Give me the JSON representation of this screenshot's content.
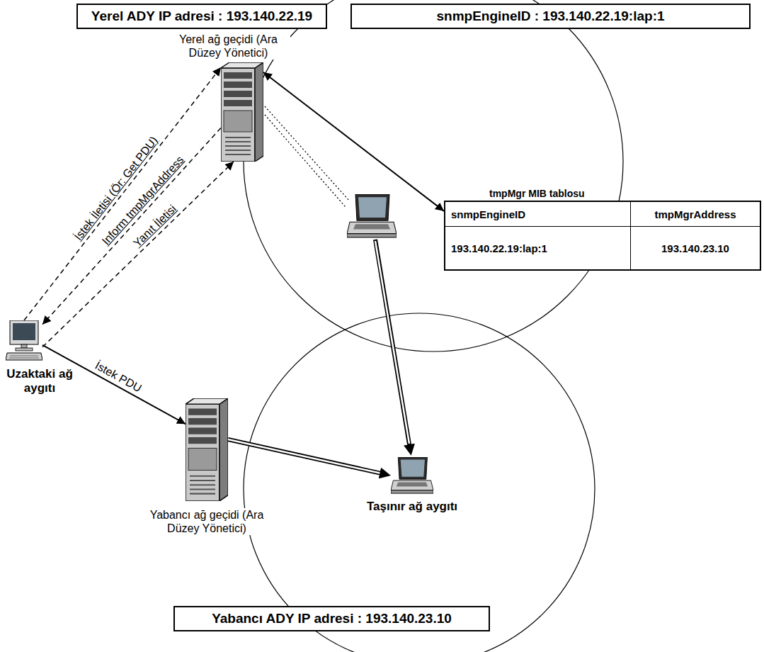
{
  "diagram": {
    "nodes": [
      {
        "text": [
          "Yerel ADY IP adresi : 193.140.22.19"
        ]
      },
      {
        "text": [
          "snmpEngineID : 193.140.22.19:lap:1"
        ]
      },
      {
        "text": [
          "Yerel ağ geçidi (Ara Düzey Yönetici)"
        ]
      },
      {
        "text": [
          "tmpMgr MIB tablosu",
          "snmpEngineID",
          "tmpMgrAddress",
          "193.140.22.19:lap:1",
          "193.140.23.10"
        ]
      },
      {
        "text": [
          "Uzaktaki ağ aygıtı"
        ]
      },
      {
        "text": [
          "Yabancı ağ geçidi (Ara Düzey Yönetici)"
        ]
      },
      {
        "text": [
          "Taşınır ağ aygıtı"
        ]
      },
      {
        "text": [
          "Yabancı ADY IP adresi : 193.140.23.10"
        ]
      }
    ],
    "edges": [
      {
        "from": 4,
        "to": 2,
        "arrow": "to",
        "label": "İstek İletisi (Ör: Get PDU)"
      },
      {
        "from": 2,
        "to": 4,
        "arrow": "to",
        "label": "Inform tmpMgrAddress"
      },
      {
        "from": 4,
        "to": 2,
        "arrow": "to",
        "label": "Yanıt İletisi"
      },
      {
        "from": 2,
        "to": 3,
        "arrow": "both"
      },
      {
        "from": 4,
        "to": 5,
        "arrow": "to",
        "label": "İstek PDU"
      },
      {
        "from": 5,
        "to": 6,
        "arrow": "to"
      }
    ]
  }
}
